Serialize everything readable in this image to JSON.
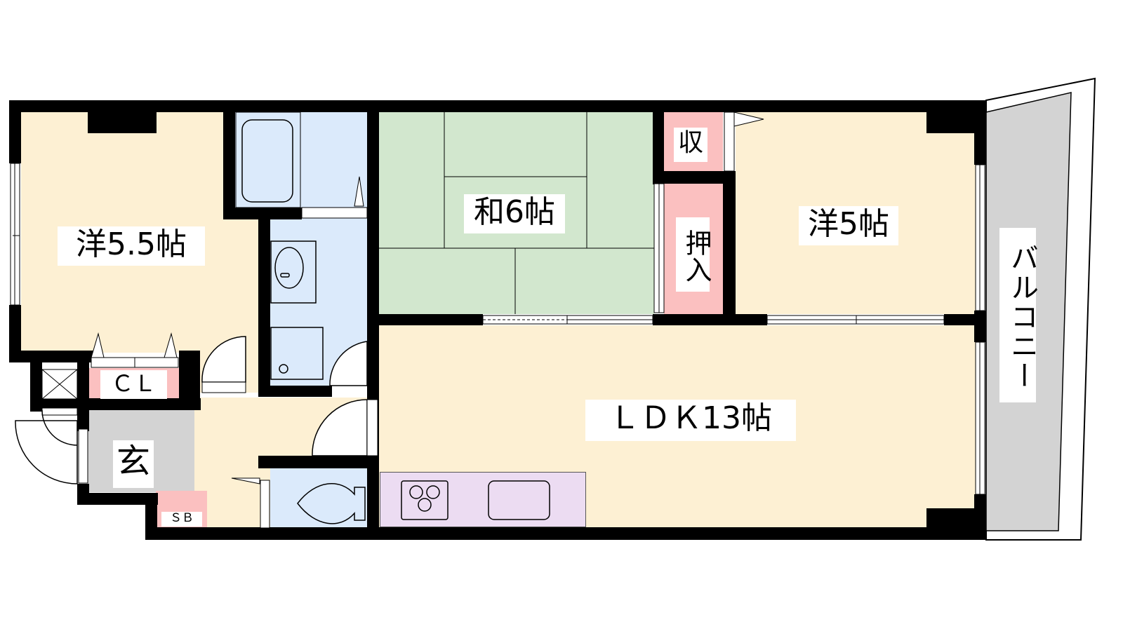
{
  "floorplan": {
    "rooms": {
      "western_55": {
        "label": "洋5.5帖",
        "type": "western-room"
      },
      "japanese_6": {
        "label": "和6帖",
        "type": "tatami-room"
      },
      "western_5": {
        "label": "洋5帖",
        "type": "western-room"
      },
      "ldk_13": {
        "label": "ＬＤＫ13帖",
        "type": "living-dining-kitchen"
      },
      "balcony": {
        "label": "バルコニー",
        "type": "balcony"
      },
      "entrance": {
        "label": "玄",
        "type": "entrance"
      }
    },
    "storage": {
      "closet": {
        "label": "ＣＬ"
      },
      "shoe_box": {
        "label": "ＳＢ"
      },
      "storage_small": {
        "label": "収"
      },
      "oshiire": {
        "label": "押入"
      }
    },
    "colors": {
      "western_floor": "#fdf0d3",
      "tatami": "#d2e7ce",
      "wet_area": "#dbeafb",
      "storage": "#fbc0c0",
      "entrance": "#d3d3d3",
      "kitchen_counter": "#ecdcf2",
      "balcony": "#d3d3d3",
      "wall": "#000000"
    }
  }
}
